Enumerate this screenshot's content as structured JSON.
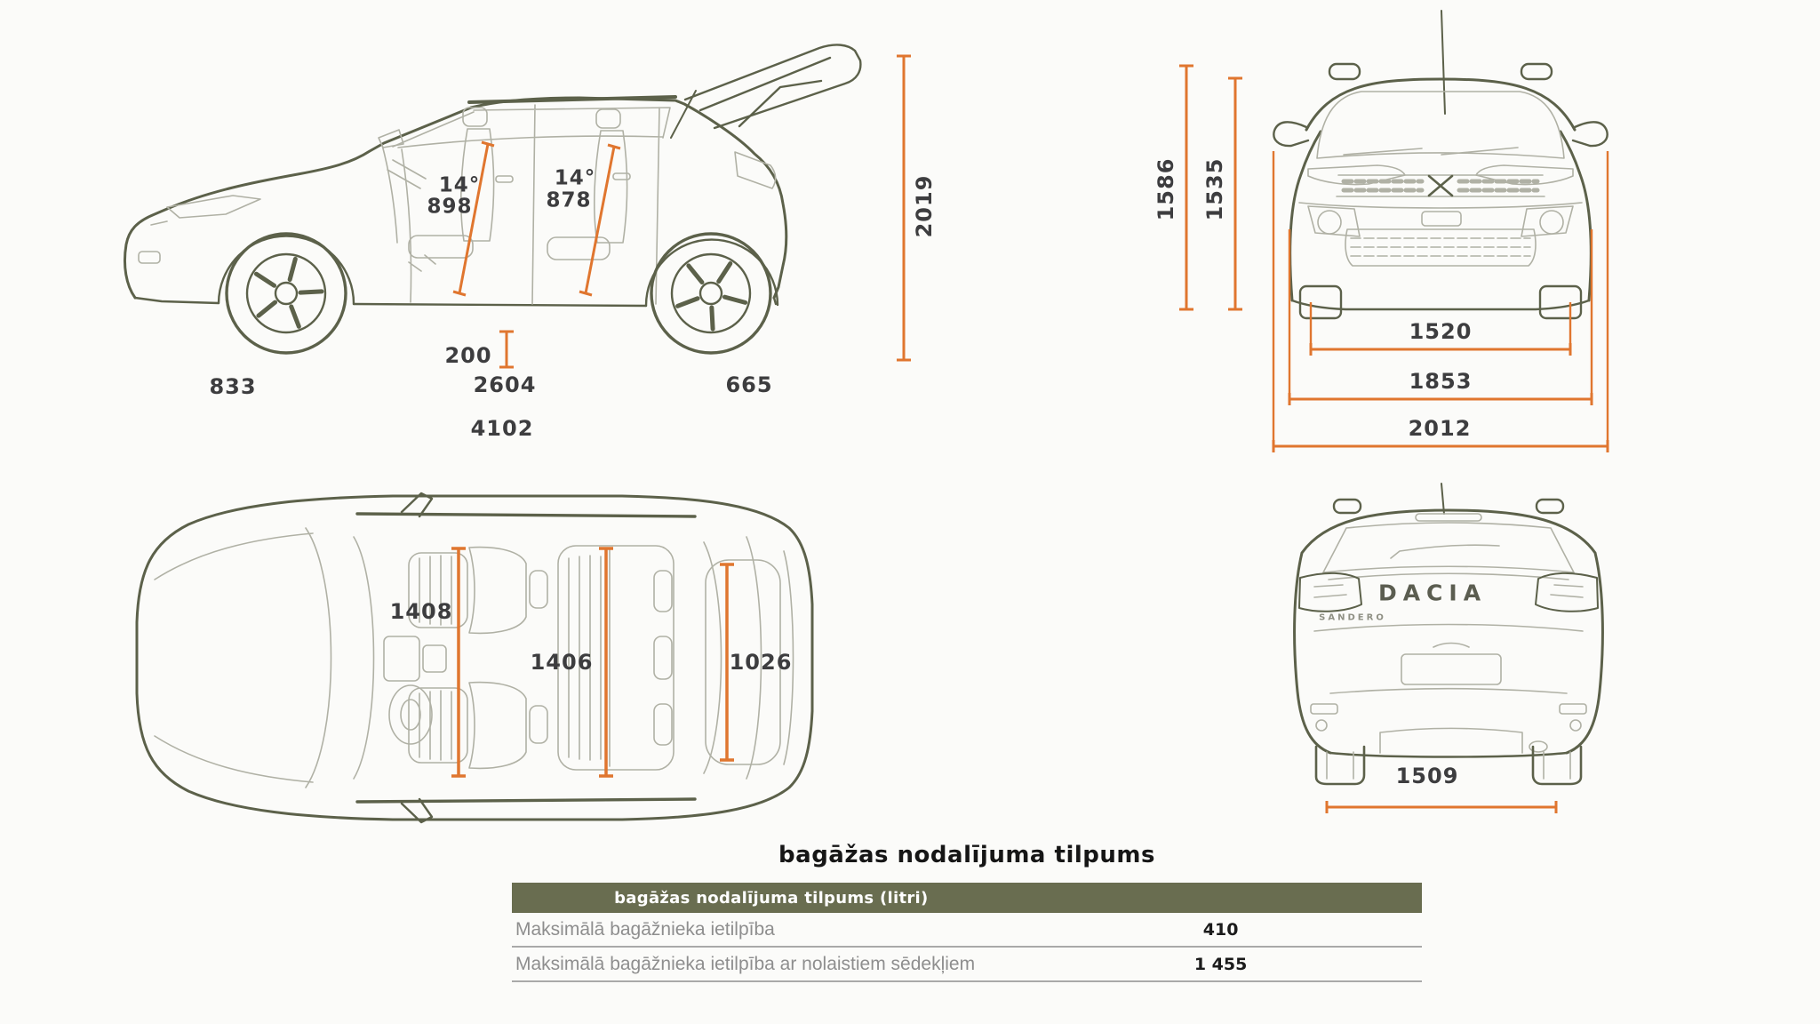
{
  "colors": {
    "dimension_line": "#E0762F",
    "car_outline": "#5C614A",
    "car_detail": "#B0B1A5",
    "table_header_bg": "#696D50",
    "dim_text": "#3D3D3F"
  },
  "dims": {
    "side": {
      "front_seat_angle": "14°",
      "front_seat_height": "898",
      "rear_seat_angle": "14°",
      "rear_seat_height": "878",
      "ground_clearance": "200",
      "front_overhang": "833",
      "wheelbase": "2604",
      "rear_overhang": "665",
      "overall_length": "4102",
      "overall_height": "2019"
    },
    "front": {
      "height_with_roof_bars": "1586",
      "roof_height": "1535",
      "front_track": "1520",
      "body_width": "1853",
      "width_with_mirrors": "2012"
    },
    "top": {
      "front_interior_width": "1408",
      "rear_interior_width": "1406",
      "boot_width": "1026"
    },
    "rear": {
      "rear_track": "1509"
    }
  },
  "badge": {
    "brand": "DACIA",
    "model": "SANDERO"
  },
  "table": {
    "title": "bagāžas nodalījuma tilpums",
    "header": "bagāžas nodalījuma tilpums (litri)",
    "rows": [
      {
        "label": "Maksimālā bagāžnieka ietilpība",
        "value": "410"
      },
      {
        "label": "Maksimālā bagāžnieka ietilpība ar nolaistiem sēdekļiem",
        "value": "1 455"
      }
    ]
  }
}
